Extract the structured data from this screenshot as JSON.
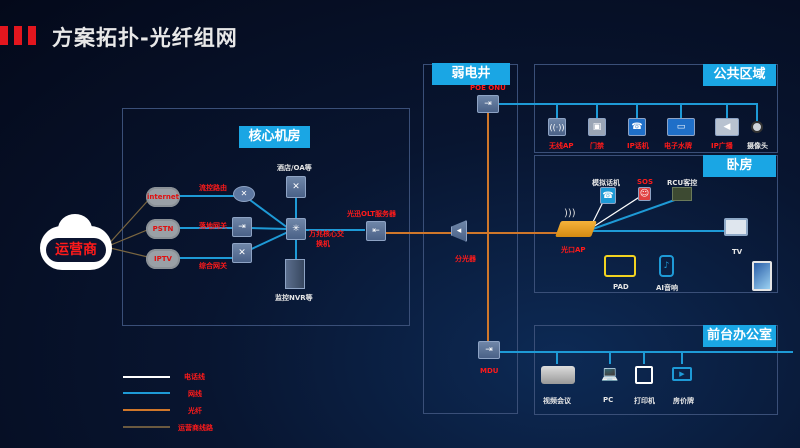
{
  "title": "方案拓扑-光纤组网",
  "accent_colors": {
    "title_bar": "#e3161e",
    "tag_bg": "#1aa6e4",
    "label_red": "#ff1a1a"
  },
  "operator": {
    "label": "运营商"
  },
  "core_room": {
    "tag": "核心机房",
    "clouds": [
      "internet",
      "PSTN",
      "IPTV"
    ],
    "gateways": [
      "流控路由",
      "落地网关",
      "综合网关"
    ],
    "top_device": "酒店/OA等",
    "core_switch": "万兆核心交换机",
    "core_switch_line1": "万兆核心交",
    "core_switch_line2": "换机",
    "nvr": "监控NVR等",
    "olt": "光迅OLT服务器"
  },
  "weak_well": {
    "tag": "弱电井",
    "poe_onu": "POE ONU",
    "splitter": "分光器",
    "mdu": "MDU"
  },
  "public_area": {
    "tag": "公共区域",
    "devices": [
      "无线AP",
      "门禁",
      "IP话机",
      "电子水牌",
      "IP广播",
      "摄像头"
    ]
  },
  "bedroom": {
    "tag": "卧房",
    "ap": "光口AP",
    "devices": [
      "模拟话机",
      "SOS",
      "RCU客控"
    ],
    "tv": "TV",
    "pad": "PAD",
    "speaker": "AI音响"
  },
  "front_office": {
    "tag": "前台办公室",
    "devices": [
      "视频会议",
      "PC",
      "打印机",
      "房价牌"
    ]
  },
  "legend": [
    {
      "label": "电话线",
      "color": "#ffffff"
    },
    {
      "label": "网线",
      "color": "#1e9ad6"
    },
    {
      "label": "光纤",
      "color": "#d0772a"
    },
    {
      "label": "运营商线路",
      "color": "#6b5a40"
    }
  ]
}
